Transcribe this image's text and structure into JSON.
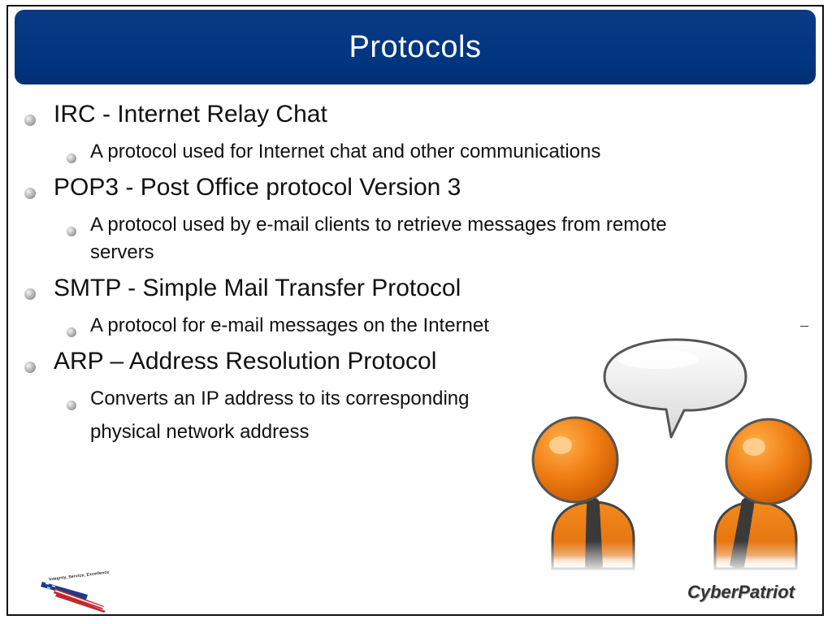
{
  "slide": {
    "title": "Protocols",
    "items": [
      {
        "heading": "IRC - Internet Relay Chat",
        "detail": "A protocol used for Internet chat and other communications"
      },
      {
        "heading": "POP3 - Post Office protocol Version 3",
        "detail_line1": "A protocol used by e-mail clients to retrieve messages from remote",
        "detail_line2": "servers"
      },
      {
        "heading": "SMTP - Simple Mail Transfer Protocol",
        "detail": "A protocol for e-mail messages on the Internet"
      },
      {
        "heading": "ARP – Address Resolution Protocol",
        "detail_line1": "Converts an IP address to its corresponding",
        "detail_line2": "physical network address"
      }
    ]
  },
  "footer": {
    "brand": "CyberPatriot",
    "logo_motto": "Integrity, Service, Excellence"
  },
  "colors": {
    "title_bar": "#003580",
    "figure_orange": "#f07d13",
    "text": "#111111"
  }
}
